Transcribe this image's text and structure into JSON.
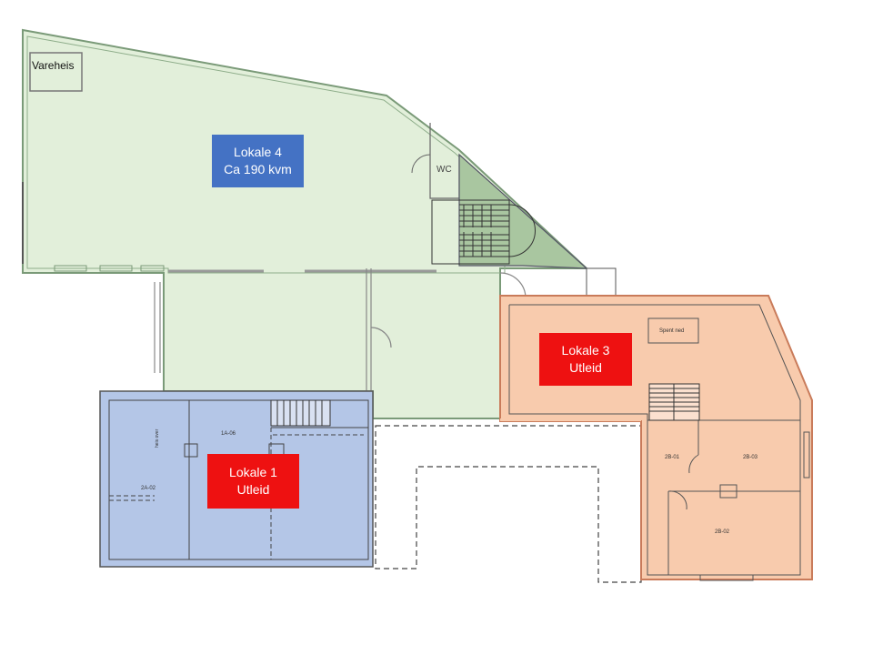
{
  "labels": {
    "vareheis": "Vareheis",
    "wc": "WC",
    "lokale4_name": "Lokale 4",
    "lokale4_size": "Ca 190 kvm",
    "lokale1_name": "Lokale 1",
    "lokale1_status": "Utleid",
    "lokale3_name": "Lokale 3",
    "lokale3_status": "Utleid",
    "room_1a06": "1A-06",
    "room_2a02": "2A-02",
    "heis_over": "heis over",
    "spent_ned": "Spent ned",
    "room_2b01": "2B-01",
    "room_2b03": "2B-03",
    "room_2b02": "2B-02"
  },
  "colors": {
    "lokale4_fill": "#e2efda",
    "lokale1_fill": "#b4c6e7",
    "lokale3_fill": "#f8cbad",
    "stair_dark": "#a9c6a0",
    "label_blue": "#4472c4",
    "label_red": "#ee1111"
  }
}
